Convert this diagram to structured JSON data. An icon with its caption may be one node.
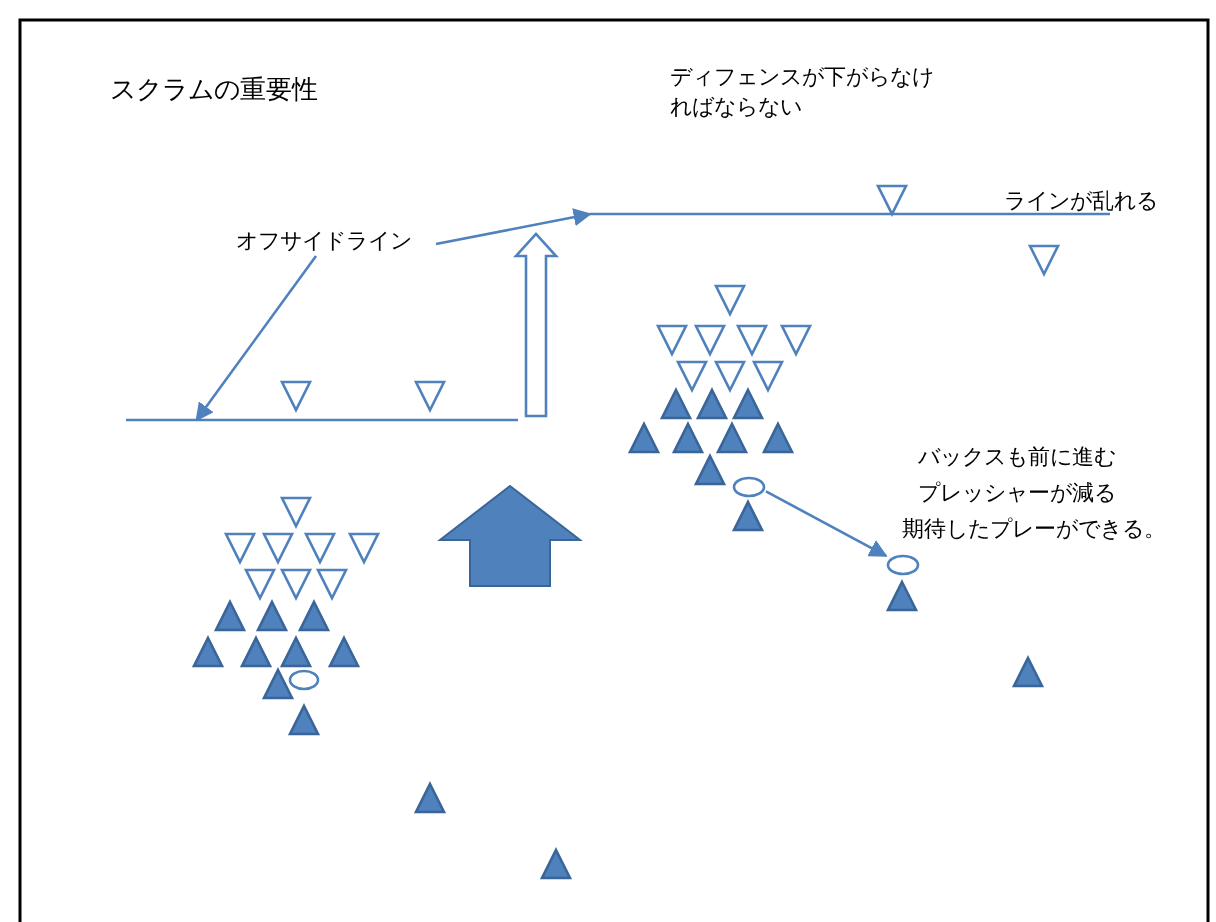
{
  "diagram": {
    "title": "スクラムの重要性",
    "nodes": [
      {
        "text": [
          "オフサイドライン"
        ]
      },
      {
        "text": [],
        "shape": "bar"
      },
      {
        "text": [],
        "shape": "bar"
      },
      {
        "text": [],
        "shape": "circle"
      },
      {
        "text": [],
        "shape": "circle"
      }
    ],
    "edges": [
      {
        "from": 0,
        "to": 1,
        "arrow": "to"
      },
      {
        "from": 0,
        "to": 2,
        "arrow": "to"
      },
      {
        "from": 3,
        "to": 4,
        "arrow": "to"
      }
    ],
    "labels": [
      "ディフェンスが下がらなければならない",
      "ラインが乱れる",
      "バックスも前に進む",
      "プレッシャーが減る",
      "期待したプレーができる。"
    ]
  }
}
